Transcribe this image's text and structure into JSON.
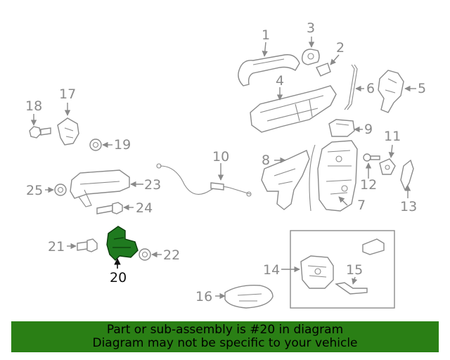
{
  "diagram": {
    "highlighted_part": "20",
    "highlight_color": "#1f7a1f",
    "callouts": {
      "c1": "1",
      "c2": "2",
      "c3": "3",
      "c4": "4",
      "c5": "5",
      "c6": "6",
      "c7": "7",
      "c8": "8",
      "c9": "9",
      "c10": "10",
      "c11": "11",
      "c12": "12",
      "c13": "13",
      "c14": "14",
      "c15": "15",
      "c16": "16",
      "c17": "17",
      "c18": "18",
      "c19": "19",
      "c20": "20",
      "c21": "21",
      "c22": "22",
      "c23": "23",
      "c24": "24",
      "c25": "25"
    }
  },
  "banner": {
    "line1": "Part or sub-assembly is #20 in diagram",
    "line2": "Diagram may not be specific to your vehicle",
    "background": "#2a7f15"
  }
}
